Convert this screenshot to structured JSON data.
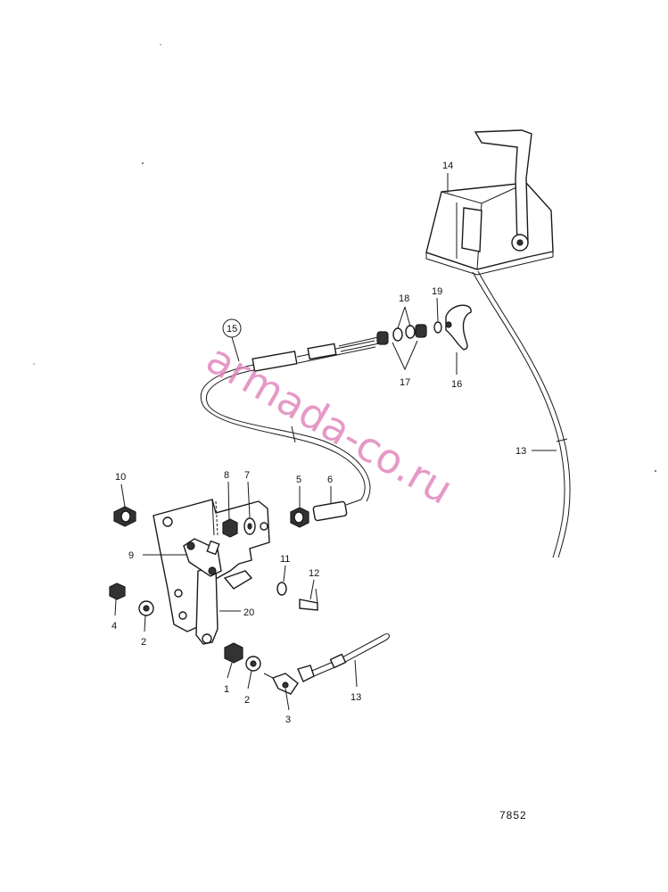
{
  "labels": {
    "p1": "1",
    "p2a": "2",
    "p2b": "2",
    "p3": "3",
    "p4": "4",
    "p5": "5",
    "p6": "6",
    "p7": "7",
    "p8": "8",
    "p9": "9",
    "p10": "10",
    "p11": "11",
    "p12": "12",
    "p13a": "13",
    "p13b": "13",
    "p14": "14",
    "p15": "15",
    "p16": "16",
    "p17": "17",
    "p18": "18",
    "p19": "19",
    "p20": "20"
  },
  "catalog_number": "7852",
  "watermark": "armada-co.ru",
  "colors": {
    "ink": "#1a1a1a",
    "watermark": "#e07fb8"
  }
}
